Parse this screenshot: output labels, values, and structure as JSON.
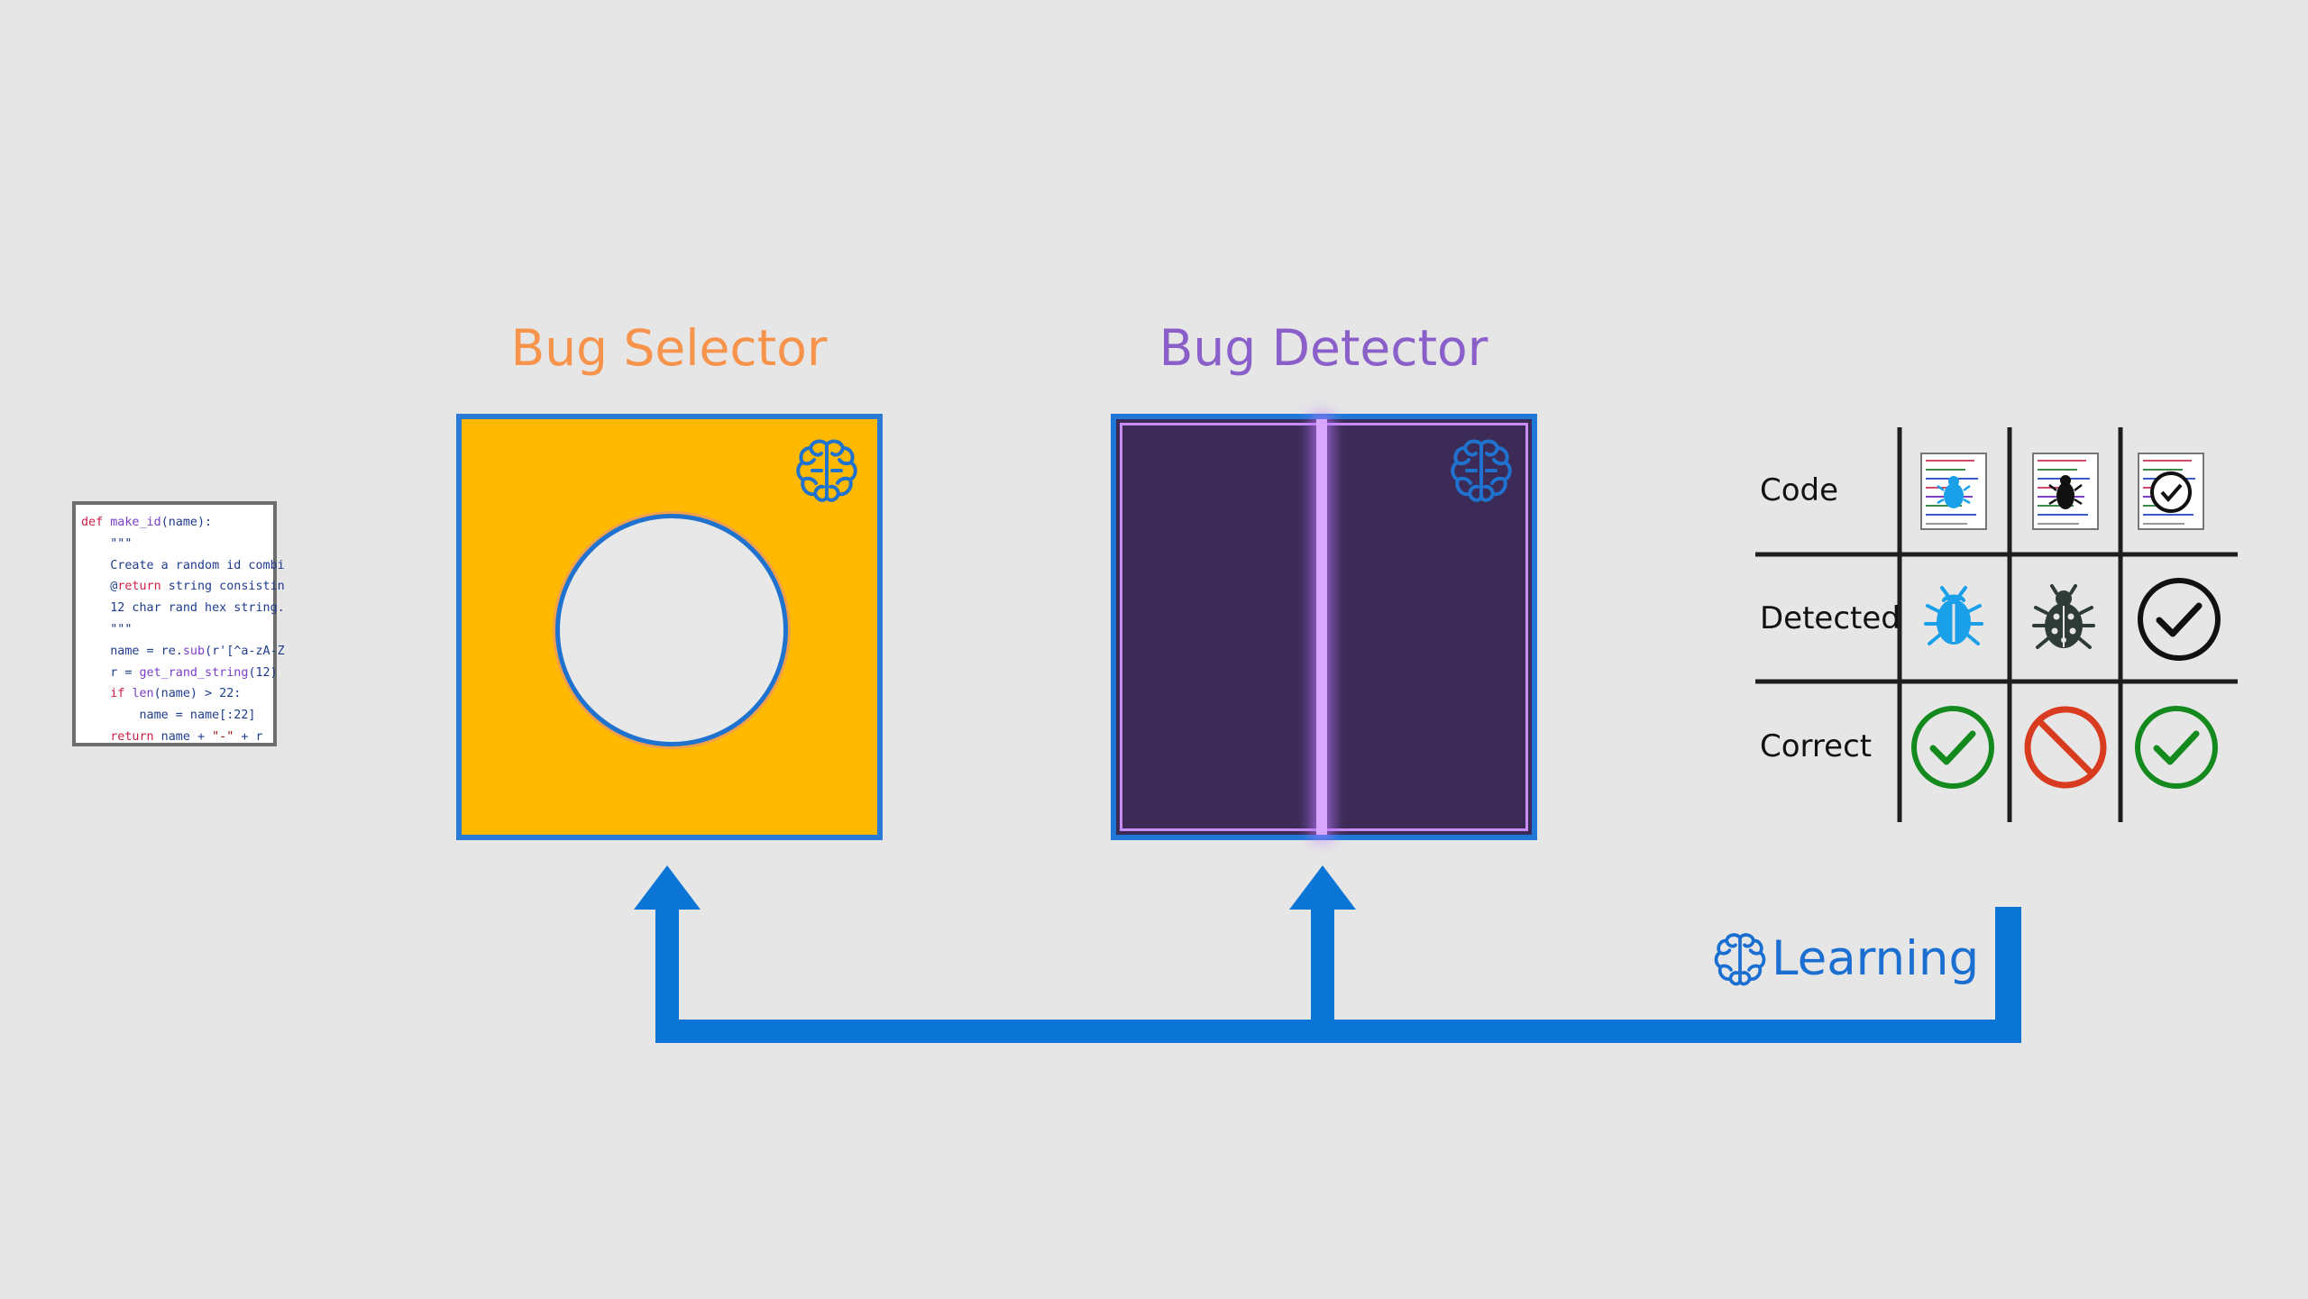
{
  "snippet": {
    "lines": [
      "def make_id(name):",
      "    \"\"\"",
      "    Create a random id combi",
      "    @return string consistin",
      "    12 char rand hex string.",
      "    \"\"\"",
      "    name = re.sub(r'[^a-zA-Z",
      "    r = get_rand_string(12)",
      "    if len(name) > 22:",
      "        name = name[:22]",
      "    return name + \"-\" + r"
    ]
  },
  "selector": {
    "title": "Bug Selector",
    "color": "#f7934a",
    "fill": "#ffb900"
  },
  "detector": {
    "title": "Bug Detector",
    "color": "#8a5fc9",
    "fill": "#3b2b56"
  },
  "table": {
    "rows": [
      "Code",
      "Detected",
      "Correct"
    ],
    "columns": [
      {
        "code": "bug-code-thumbnail",
        "detected": "bug-icon-blue",
        "correct": "check-icon"
      },
      {
        "code": "bug-code-thumbnail",
        "detected": "bug-icon-dark",
        "correct": "prohibited-icon"
      },
      {
        "code": "check-code-thumbnail",
        "detected": "check-icon",
        "correct": "check-icon"
      }
    ]
  },
  "learning": {
    "label": "Learning",
    "color": "#1a6fd1"
  },
  "icons": [
    "brain-icon",
    "bug-icon",
    "check-icon",
    "prohibited-icon",
    "arrow-up-icon"
  ]
}
